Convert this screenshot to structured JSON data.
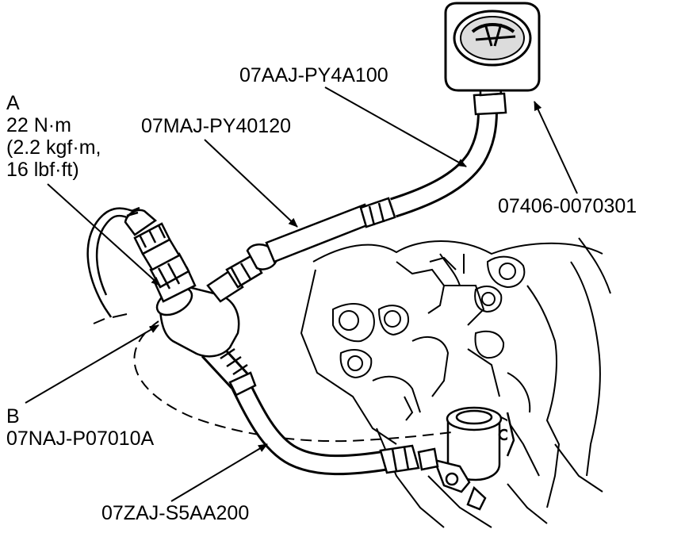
{
  "callouts": {
    "a": {
      "letter": "A",
      "torque_nm": "22 N·m",
      "torque_kgfm": "(2.2 kgf·m,",
      "torque_lbfft": "16 lbf·ft)"
    },
    "gauge_hose": "07AAJ-PY4A100",
    "adapter_hose": "07MAJ-PY40120",
    "gauge": "07406-0070301",
    "b": {
      "letter": "B",
      "part": "07NAJ-P07010A"
    },
    "lower_hose": "07ZAJ-S5AA200"
  },
  "colors": {
    "ink": "#000000",
    "paper": "#ffffff",
    "gauge_face": "#dcdcdc"
  }
}
